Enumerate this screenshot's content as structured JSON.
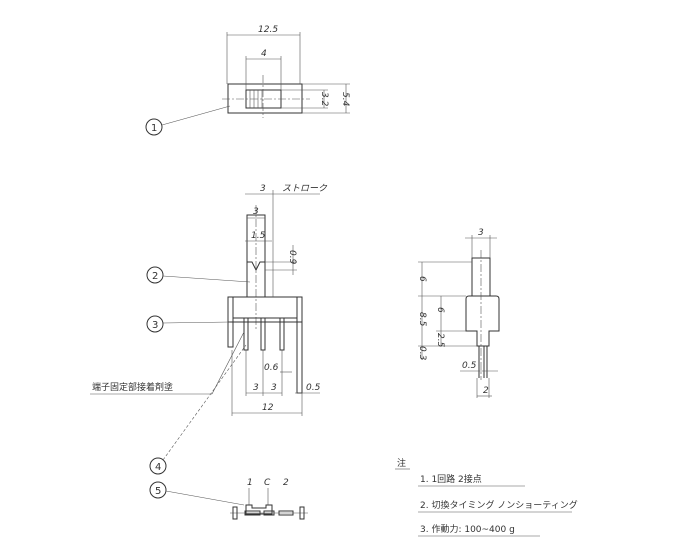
{
  "top_view": {
    "dim_width": "12.5",
    "dim_slider": "4",
    "dim_slider_h": "3.2",
    "dim_height": "5.4",
    "callout": "1"
  },
  "front_view": {
    "dim_stroke": "3",
    "stroke_label": "ストローク",
    "dim_lever": "3",
    "dim_lever_tip": "1.5",
    "dim_notch": "0.9",
    "dim_pin": "0.6",
    "dim_pitch_1": "3",
    "dim_pitch_2": "3",
    "dim_leg": "0.5",
    "dim_body": "12",
    "callout_2": "2",
    "callout_3": "3",
    "callout_4": "4",
    "fix_note": "端子固定部接着剤塗"
  },
  "side_view": {
    "dim_lever": "3",
    "dim_lever_h": "6",
    "dim_body": "8.5",
    "dim_body_h": "6",
    "dim_neck": "2.5",
    "dim_gap": "0.3",
    "dim_pin": "0.5",
    "dim_pin_w": "2"
  },
  "terminal_view": {
    "callout": "5",
    "pins": [
      "1",
      "C",
      "2"
    ]
  },
  "notes": {
    "heading": "注",
    "items": [
      "1. 1回路 2接点",
      "2. 切換タイミング ノンショーティング",
      "3. 作動力: 100~400 g"
    ]
  }
}
